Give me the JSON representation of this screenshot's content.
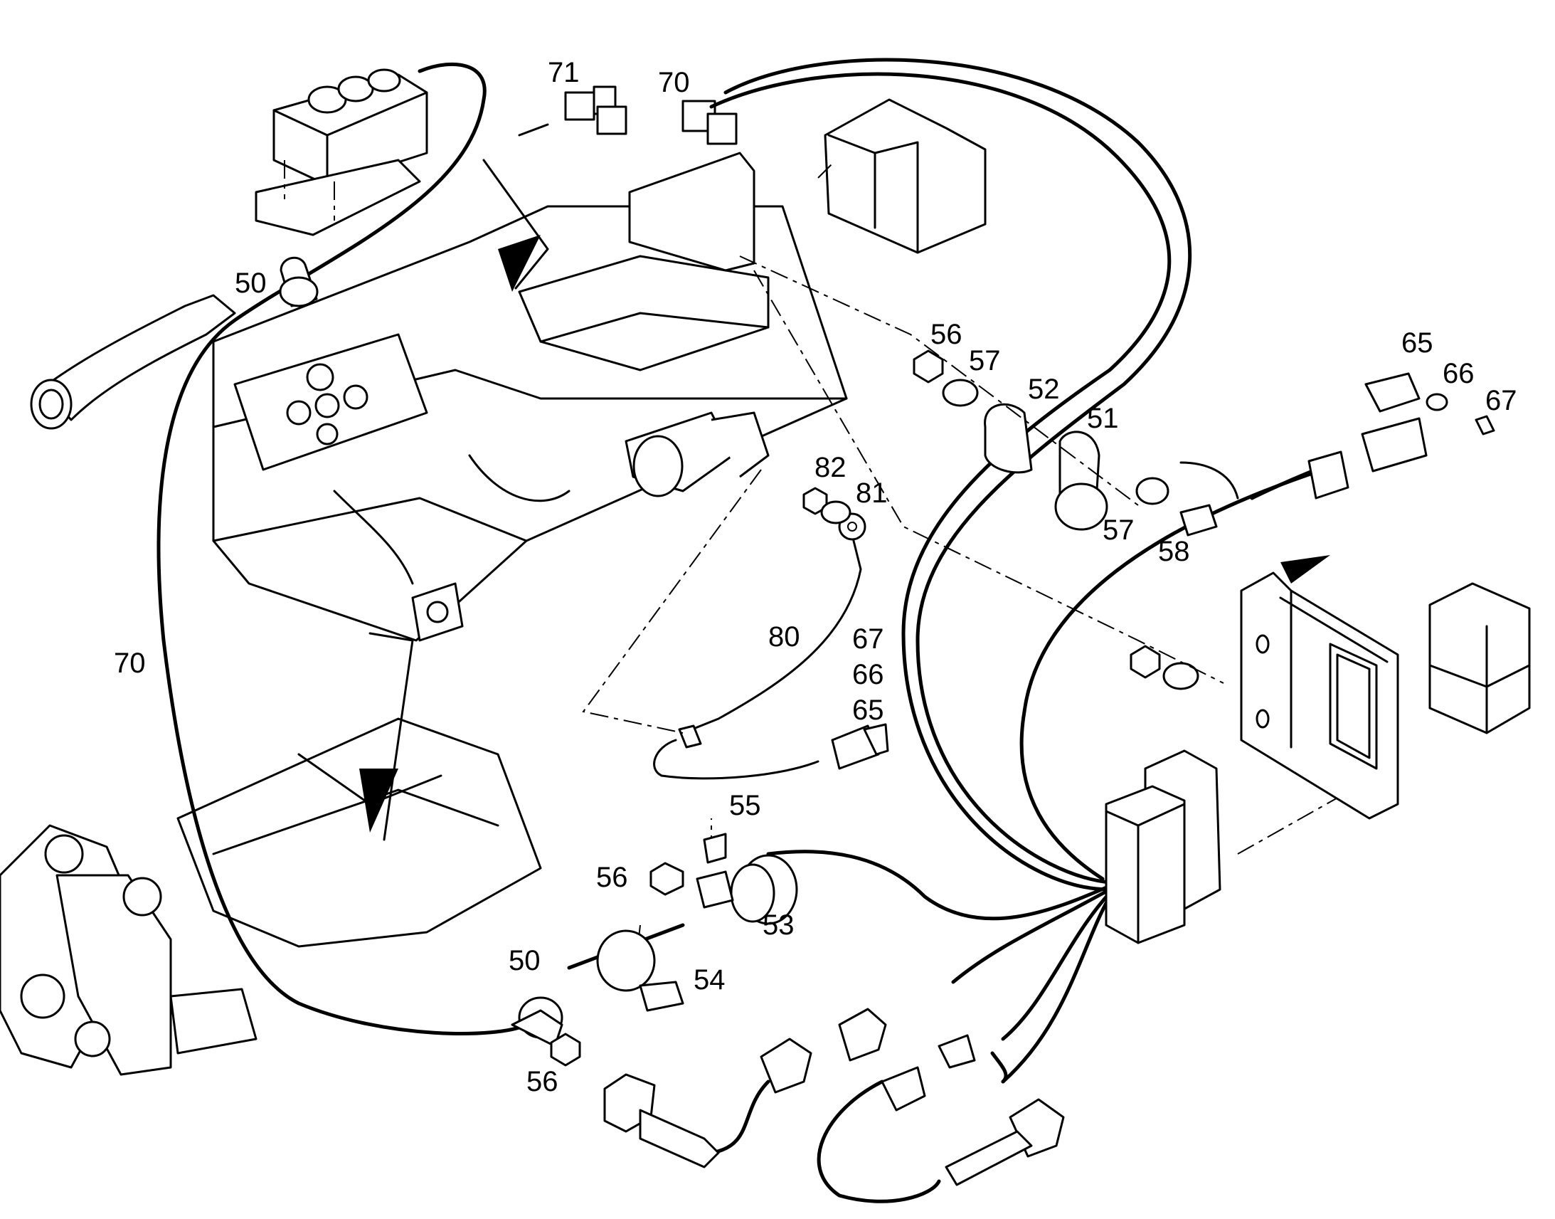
{
  "callouts": {
    "c71": "71",
    "c70a": "70",
    "c50a": "50",
    "c56a": "56",
    "c57a": "57",
    "c52": "52",
    "c51": "51",
    "c65a": "65",
    "c66a": "66",
    "c67a": "67",
    "c82": "82",
    "c81": "81",
    "c57b": "57",
    "c58": "58",
    "c80": "80",
    "c67b": "67",
    "c66b": "66",
    "c65b": "65",
    "c70b": "70",
    "c55": "55",
    "c56b": "56",
    "c53": "53",
    "c50b": "50",
    "c54": "54",
    "c56c": "56"
  },
  "colors": {
    "ink": "#000000",
    "paper": "#ffffff"
  }
}
